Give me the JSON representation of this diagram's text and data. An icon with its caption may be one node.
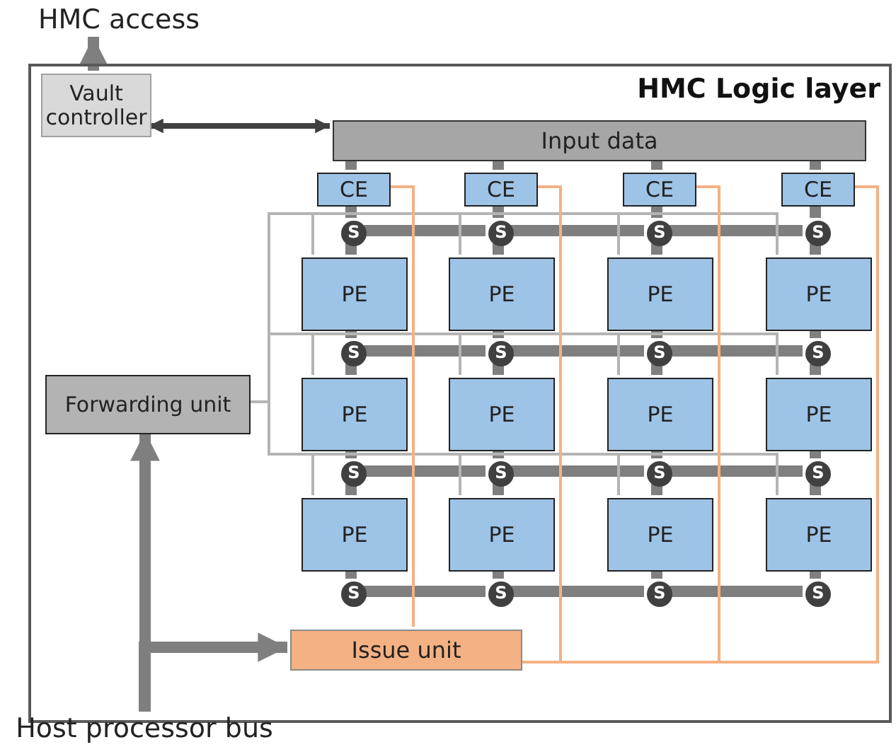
{
  "diagram": {
    "nodes": [
      {
        "text": [
          "HMC Logic layer"
        ]
      },
      {
        "text": [
          "HMC access"
        ]
      },
      {
        "text": [
          "Vault controller"
        ],
        "in": 0
      },
      {
        "text": [
          "Input data"
        ],
        "in": 0
      },
      {
        "text": [
          "CE"
        ],
        "in": 0
      },
      {
        "text": [
          "CE"
        ],
        "in": 0
      },
      {
        "text": [
          "CE"
        ],
        "in": 0
      },
      {
        "text": [
          "CE"
        ],
        "in": 0
      },
      {
        "text": [
          "S"
        ],
        "in": 0
      },
      {
        "text": [
          "S"
        ],
        "in": 0
      },
      {
        "text": [
          "S"
        ],
        "in": 0
      },
      {
        "text": [
          "S"
        ],
        "in": 0
      },
      {
        "text": [
          "PE"
        ],
        "in": 0
      },
      {
        "text": [
          "PE"
        ],
        "in": 0
      },
      {
        "text": [
          "PE"
        ],
        "in": 0
      },
      {
        "text": [
          "PE"
        ],
        "in": 0
      },
      {
        "text": [
          "S"
        ],
        "in": 0
      },
      {
        "text": [
          "S"
        ],
        "in": 0
      },
      {
        "text": [
          "S"
        ],
        "in": 0
      },
      {
        "text": [
          "S"
        ],
        "in": 0
      },
      {
        "text": [
          "PE"
        ],
        "in": 0
      },
      {
        "text": [
          "PE"
        ],
        "in": 0
      },
      {
        "text": [
          "PE"
        ],
        "in": 0
      },
      {
        "text": [
          "PE"
        ],
        "in": 0
      },
      {
        "text": [
          "S"
        ],
        "in": 0
      },
      {
        "text": [
          "S"
        ],
        "in": 0
      },
      {
        "text": [
          "S"
        ],
        "in": 0
      },
      {
        "text": [
          "S"
        ],
        "in": 0
      },
      {
        "text": [
          "PE"
        ],
        "in": 0
      },
      {
        "text": [
          "PE"
        ],
        "in": 0
      },
      {
        "text": [
          "PE"
        ],
        "in": 0
      },
      {
        "text": [
          "PE"
        ],
        "in": 0
      },
      {
        "text": [
          "S"
        ],
        "in": 0
      },
      {
        "text": [
          "S"
        ],
        "in": 0
      },
      {
        "text": [
          "S"
        ],
        "in": 0
      },
      {
        "text": [
          "S"
        ],
        "in": 0
      },
      {
        "text": [
          "Forwarding unit"
        ],
        "in": 0
      },
      {
        "text": [
          "Issue unit"
        ],
        "in": 0
      },
      {
        "text": [
          "Host processor bus"
        ]
      }
    ],
    "edges": [
      {
        "from": 2,
        "to": 1,
        "arrow": "to"
      },
      {
        "from": 2,
        "to": 3,
        "arrow": "both",
        "color": "#404040"
      },
      {
        "from": 3,
        "to": 4,
        "arrow": "none"
      },
      {
        "from": 3,
        "to": 5,
        "arrow": "none"
      },
      {
        "from": 3,
        "to": 6,
        "arrow": "none"
      },
      {
        "from": 3,
        "to": 7,
        "arrow": "none"
      },
      {
        "from": 4,
        "to": 8,
        "arrow": "none"
      },
      {
        "from": 5,
        "to": 9,
        "arrow": "none"
      },
      {
        "from": 6,
        "to": 10,
        "arrow": "none"
      },
      {
        "from": 7,
        "to": 11,
        "arrow": "none"
      },
      {
        "from": 8,
        "to": 9,
        "arrow": "none"
      },
      {
        "from": 9,
        "to": 10,
        "arrow": "none"
      },
      {
        "from": 10,
        "to": 11,
        "arrow": "none"
      },
      {
        "from": 8,
        "to": 12,
        "arrow": "none"
      },
      {
        "from": 9,
        "to": 13,
        "arrow": "none"
      },
      {
        "from": 10,
        "to": 14,
        "arrow": "none"
      },
      {
        "from": 11,
        "to": 15,
        "arrow": "none"
      },
      {
        "from": 12,
        "to": 16,
        "arrow": "none"
      },
      {
        "from": 13,
        "to": 17,
        "arrow": "none"
      },
      {
        "from": 14,
        "to": 18,
        "arrow": "none"
      },
      {
        "from": 15,
        "to": 19,
        "arrow": "none"
      },
      {
        "from": 16,
        "to": 17,
        "arrow": "none"
      },
      {
        "from": 17,
        "to": 18,
        "arrow": "none"
      },
      {
        "from": 18,
        "to": 19,
        "arrow": "none"
      },
      {
        "from": 16,
        "to": 20,
        "arrow": "none"
      },
      {
        "from": 17,
        "to": 21,
        "arrow": "none"
      },
      {
        "from": 18,
        "to": 22,
        "arrow": "none"
      },
      {
        "from": 19,
        "to": 23,
        "arrow": "none"
      },
      {
        "from": 20,
        "to": 24,
        "arrow": "none"
      },
      {
        "from": 21,
        "to": 25,
        "arrow": "none"
      },
      {
        "from": 22,
        "to": 26,
        "arrow": "none"
      },
      {
        "from": 23,
        "to": 27,
        "arrow": "none"
      },
      {
        "from": 24,
        "to": 25,
        "arrow": "none"
      },
      {
        "from": 25,
        "to": 26,
        "arrow": "none"
      },
      {
        "from": 26,
        "to": 27,
        "arrow": "none"
      },
      {
        "from": 24,
        "to": 28,
        "arrow": "none"
      },
      {
        "from": 25,
        "to": 29,
        "arrow": "none"
      },
      {
        "from": 26,
        "to": 30,
        "arrow": "none"
      },
      {
        "from": 27,
        "to": 31,
        "arrow": "none"
      },
      {
        "from": 28,
        "to": 32,
        "arrow": "none"
      },
      {
        "from": 29,
        "to": 33,
        "arrow": "none"
      },
      {
        "from": 30,
        "to": 34,
        "arrow": "none"
      },
      {
        "from": 31,
        "to": 35,
        "arrow": "none"
      },
      {
        "from": 32,
        "to": 33,
        "arrow": "none"
      },
      {
        "from": 33,
        "to": 34,
        "arrow": "none"
      },
      {
        "from": 34,
        "to": 35,
        "arrow": "none"
      },
      {
        "from": 36,
        "to": 12,
        "arrow": "none",
        "color": "#b4b4b4"
      },
      {
        "from": 36,
        "to": 13,
        "arrow": "none",
        "color": "#b4b4b4"
      },
      {
        "from": 36,
        "to": 14,
        "arrow": "none",
        "color": "#b4b4b4"
      },
      {
        "from": 36,
        "to": 15,
        "arrow": "none",
        "color": "#b4b4b4"
      },
      {
        "from": 36,
        "to": 20,
        "arrow": "none",
        "color": "#b4b4b4"
      },
      {
        "from": 36,
        "to": 21,
        "arrow": "none",
        "color": "#b4b4b4"
      },
      {
        "from": 36,
        "to": 22,
        "arrow": "none",
        "color": "#b4b4b4"
      },
      {
        "from": 36,
        "to": 23,
        "arrow": "none",
        "color": "#b4b4b4"
      },
      {
        "from": 36,
        "to": 28,
        "arrow": "none",
        "color": "#b4b4b4"
      },
      {
        "from": 36,
        "to": 29,
        "arrow": "none",
        "color": "#b4b4b4"
      },
      {
        "from": 36,
        "to": 30,
        "arrow": "none",
        "color": "#b4b4b4"
      },
      {
        "from": 36,
        "to": 31,
        "arrow": "none",
        "color": "#b4b4b4"
      },
      {
        "from": 37,
        "to": 4,
        "arrow": "none",
        "color": "#f4b183"
      },
      {
        "from": 37,
        "to": 5,
        "arrow": "none",
        "color": "#f4b183"
      },
      {
        "from": 37,
        "to": 6,
        "arrow": "none",
        "color": "#f4b183"
      },
      {
        "from": 37,
        "to": 7,
        "arrow": "none",
        "color": "#f4b183"
      },
      {
        "from": 38,
        "to": 36,
        "arrow": "to"
      },
      {
        "from": 38,
        "to": 37,
        "arrow": "to"
      }
    ]
  }
}
